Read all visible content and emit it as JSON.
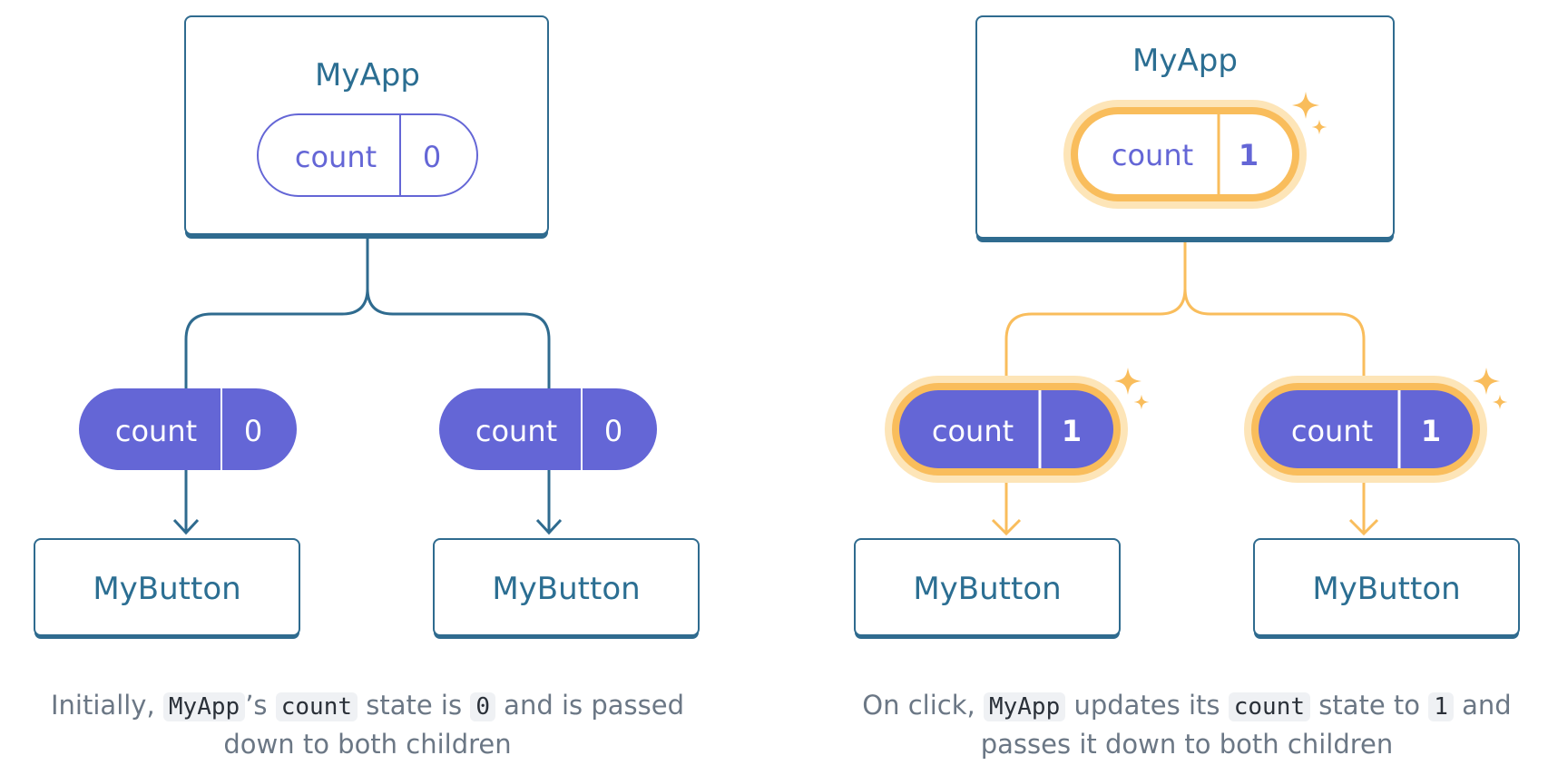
{
  "colors": {
    "component_border": "#2f6b8f",
    "component_text": "#2b6e92",
    "state_purple": "#6466d6",
    "highlight_gold": "#f9bd5c",
    "highlight_glow": "#fde5b8",
    "caption_text": "#6b7785"
  },
  "left": {
    "parent": {
      "name": "MyApp",
      "state_label": "count",
      "state_value": "0"
    },
    "children": [
      {
        "prop_label": "count",
        "prop_value": "0",
        "name": "MyButton"
      },
      {
        "prop_label": "count",
        "prop_value": "0",
        "name": "MyButton"
      }
    ],
    "caption": {
      "p1": "Initially, ",
      "code1": "MyApp",
      "p2": "’s ",
      "code2": "count",
      "p3": " state is ",
      "code3": "0",
      "p4": " and is passed down to both children"
    }
  },
  "right": {
    "parent": {
      "name": "MyApp",
      "state_label": "count",
      "state_value": "1"
    },
    "children": [
      {
        "prop_label": "count",
        "prop_value": "1",
        "name": "MyButton"
      },
      {
        "prop_label": "count",
        "prop_value": "1",
        "name": "MyButton"
      }
    ],
    "caption": {
      "p1": "On click, ",
      "code1": "MyApp",
      "p2": " updates its ",
      "code2": "count",
      "p3": " state to ",
      "code3": "1",
      "p4": " and passes it down to both children"
    },
    "icons": [
      "sparkle-icon",
      "sparkle-icon",
      "sparkle-icon"
    ]
  }
}
